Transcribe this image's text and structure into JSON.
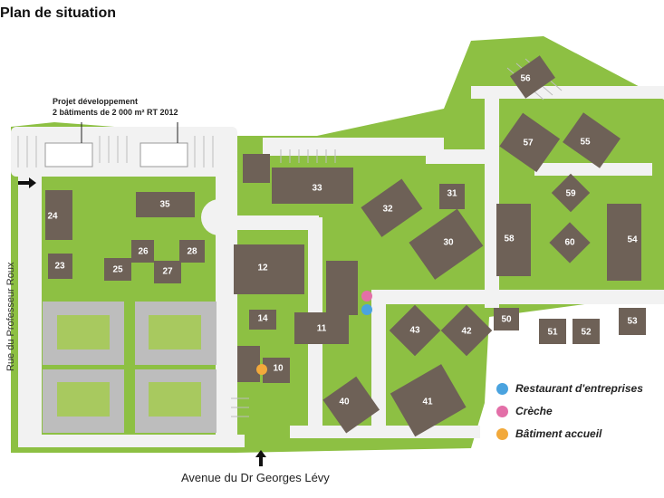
{
  "title": "Plan de situation",
  "project_note": {
    "line1": "Projet développement",
    "line2": "2 bâtiments de 2 000 m² RT 2012"
  },
  "streets": {
    "left": "Rue du Professeur Roux",
    "bottom": "Avenue du Dr Georges Lévy"
  },
  "legend": [
    {
      "label": "Restaurant d'entreprises",
      "color": "#4aa3df"
    },
    {
      "label": "Crèche",
      "color": "#e36fa8"
    },
    {
      "label": "Bâtiment accueil",
      "color": "#f2a93b"
    }
  ],
  "colors": {
    "grass": "#8dc043",
    "road": "#f2f2f2",
    "building": "#6e6157",
    "parking_line": "#bdbdbd",
    "sport_field": "#a8c95f"
  },
  "buildings": [
    "56",
    "55",
    "57",
    "59",
    "60",
    "54",
    "58",
    "33",
    "32",
    "31",
    "30",
    "35",
    "24",
    "26",
    "28",
    "23",
    "25",
    "27",
    "12",
    "14",
    "11",
    "10",
    "43",
    "42",
    "50",
    "51",
    "52",
    "53",
    "40",
    "41"
  ]
}
